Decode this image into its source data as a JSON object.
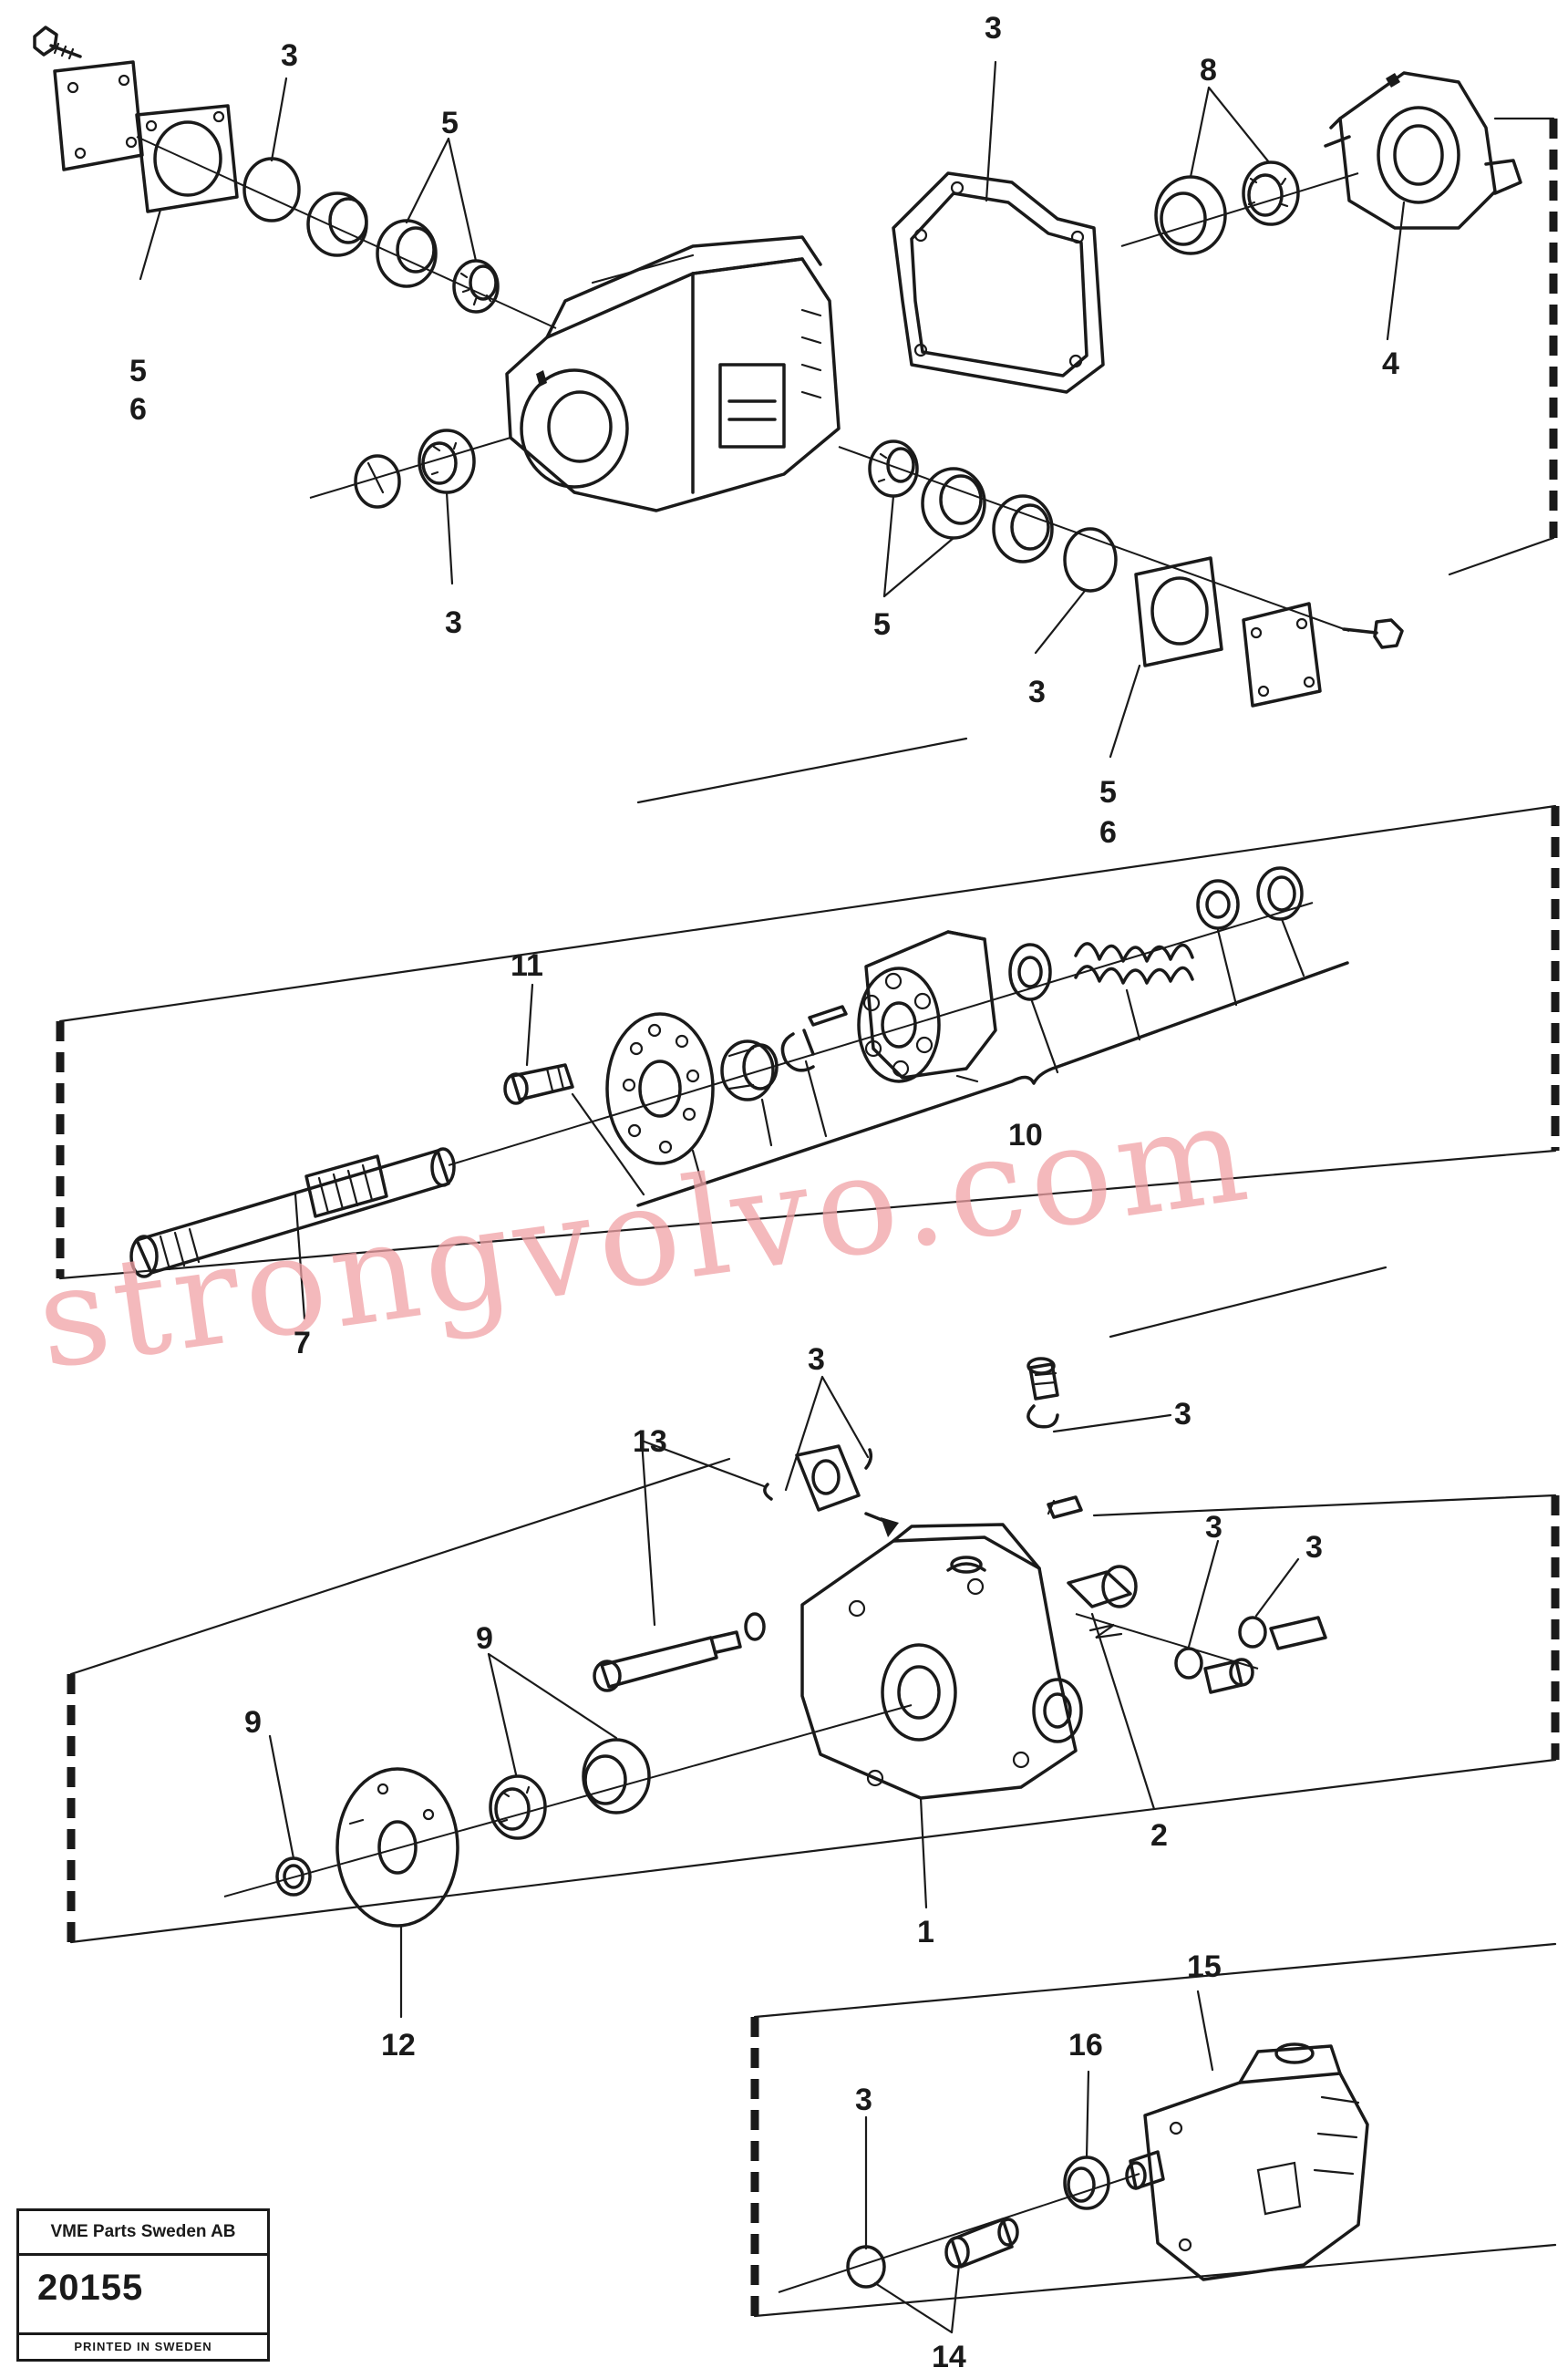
{
  "title_block": {
    "company": "VME Parts Sweden AB",
    "drawing_number": "20155",
    "printed_note": "PRINTED IN SWEDEN"
  },
  "watermark": "strongvolvo.com",
  "callouts": [
    "1",
    "2",
    "3",
    "4",
    "5",
    "6",
    "7",
    "8",
    "9",
    "10",
    "11",
    "12",
    "13",
    "14",
    "15",
    "16"
  ],
  "colors": {
    "ink": "#1a1a1a",
    "watermark": "#f0a2a6"
  }
}
